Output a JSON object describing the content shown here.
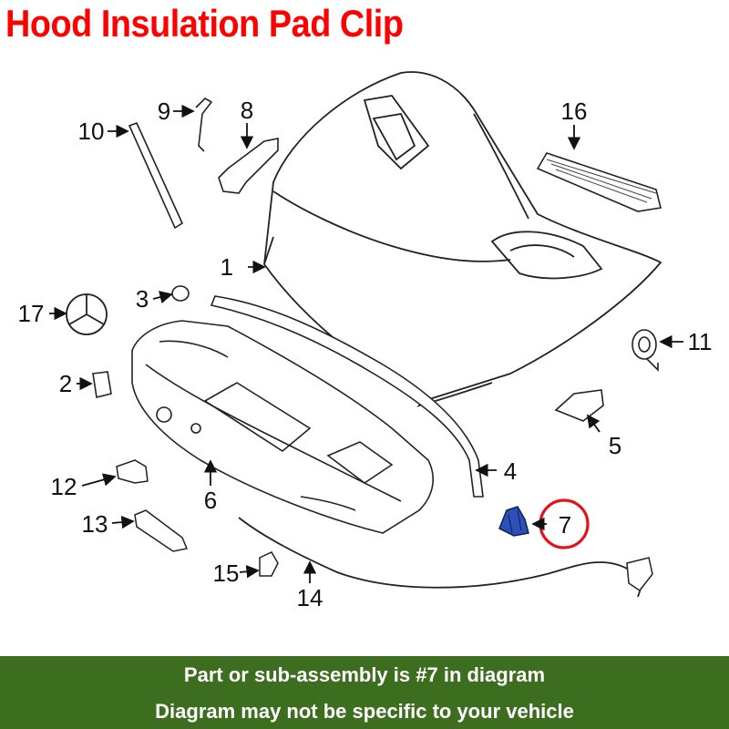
{
  "title": "Hood Insulation Pad Clip",
  "title_color": "#ff0000",
  "highlight_color": "#e0141a",
  "part_color": "#2c4fb8",
  "banner_color": "#3d6e1f",
  "callouts": {
    "c1": "1",
    "c2": "2",
    "c3": "3",
    "c4": "4",
    "c5": "5",
    "c6": "6",
    "c7": "7",
    "c8": "8",
    "c9": "9",
    "c10": "10",
    "c11": "11",
    "c12": "12",
    "c13": "13",
    "c14": "14",
    "c15": "15",
    "c16": "16",
    "c17": "17"
  },
  "banner": {
    "line1": "Part or sub-assembly is #7 in diagram",
    "line2": "Diagram may not be specific to your vehicle"
  }
}
